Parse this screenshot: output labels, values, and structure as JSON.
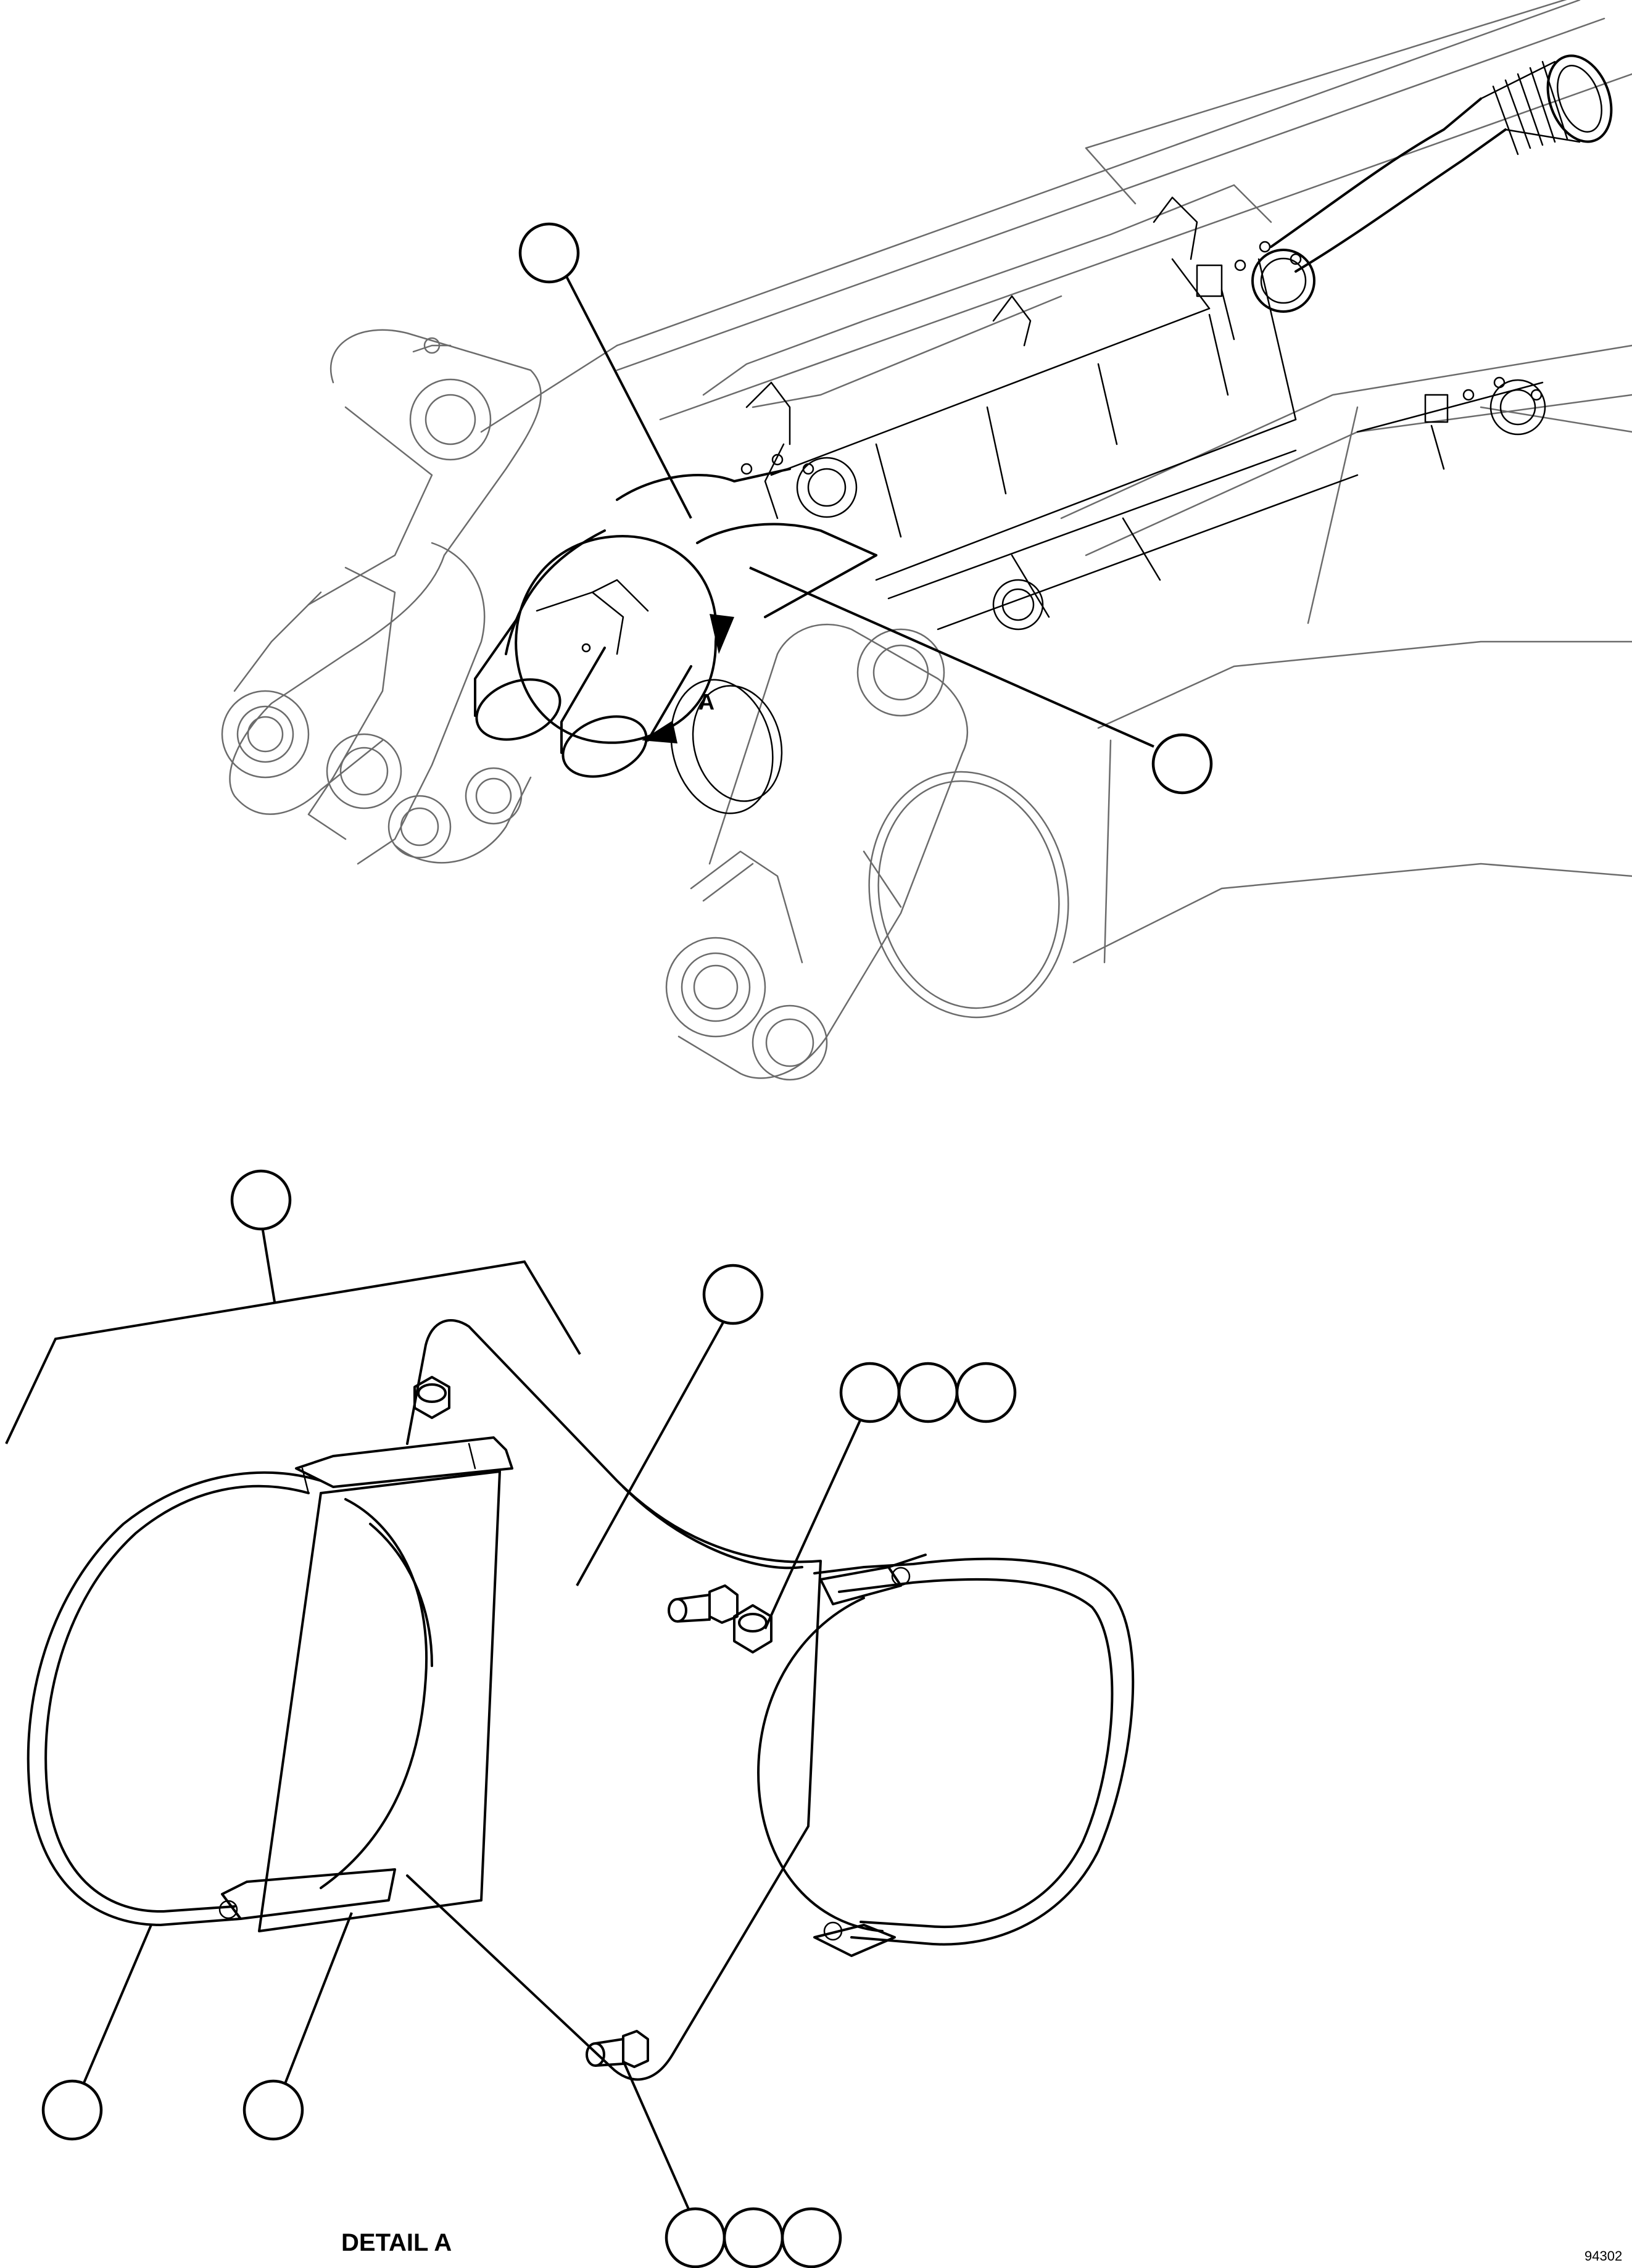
{
  "figure": {
    "detail_reference_letter": "A",
    "detail_view_label": "DETAIL A",
    "drawing_code": "94302"
  },
  "callouts": {
    "upper_view": [
      {
        "id": "callout-upper-1",
        "text": ""
      },
      {
        "id": "callout-upper-2",
        "text": ""
      }
    ],
    "detail_view": [
      {
        "id": "callout-detail-1",
        "text": ""
      },
      {
        "id": "callout-detail-2",
        "text": ""
      },
      {
        "id": "callout-detail-3a",
        "text": ""
      },
      {
        "id": "callout-detail-3b",
        "text": ""
      },
      {
        "id": "callout-detail-3c",
        "text": ""
      },
      {
        "id": "callout-detail-4",
        "text": ""
      },
      {
        "id": "callout-detail-5",
        "text": ""
      },
      {
        "id": "callout-detail-6a",
        "text": ""
      },
      {
        "id": "callout-detail-6b",
        "text": ""
      },
      {
        "id": "callout-detail-6c",
        "text": ""
      }
    ]
  },
  "colors": {
    "line": "#000000",
    "background": "#ffffff",
    "machine_outline": "#6b6b6b"
  }
}
